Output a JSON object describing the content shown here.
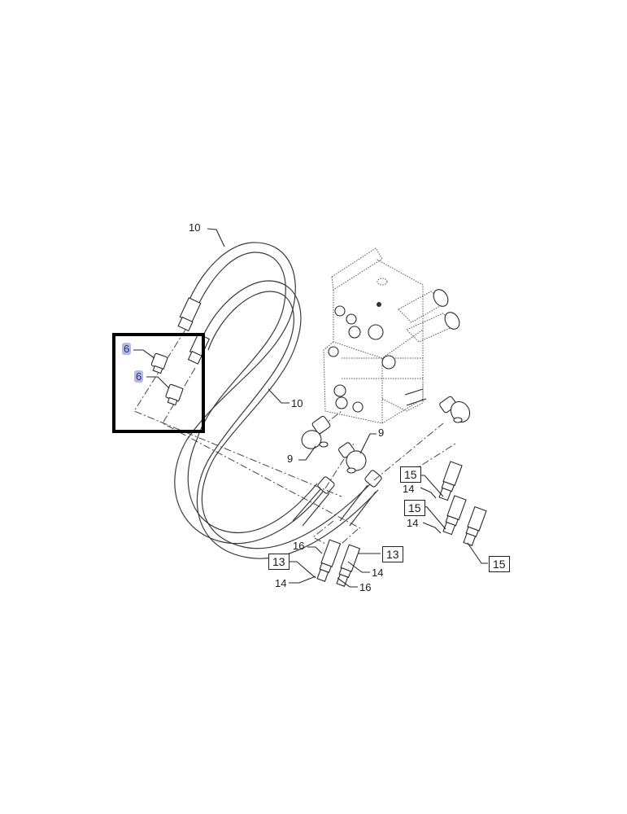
{
  "diagram": {
    "title": "Hydraulic valve block hose and fitting assembly (exploded view)",
    "background": "#ffffff",
    "highlight_color": "#b6b8e6",
    "highlight_frame": {
      "color": "#000000",
      "label": "selected parts group"
    },
    "parts": [
      {
        "ref": "6",
        "description": "Adapter fitting (upper)",
        "highlighted": true
      },
      {
        "ref": "6",
        "description": "Adapter fitting (lower)",
        "highlighted": true
      },
      {
        "ref": "9",
        "description": "Elbow fitting (left)"
      },
      {
        "ref": "9",
        "description": "Elbow fitting (right)"
      },
      {
        "ref": "10",
        "description": "Hydraulic hose (upper callout)"
      },
      {
        "ref": "10",
        "description": "Hydraulic hose (lower callout)"
      },
      {
        "ref": "13",
        "description": "Quick coupler (left)",
        "boxed": true
      },
      {
        "ref": "13",
        "description": "Quick coupler (right)",
        "boxed": true
      },
      {
        "ref": "14",
        "description": "Coupler tip (13 left)"
      },
      {
        "ref": "14",
        "description": "Coupler tip (13 right)"
      },
      {
        "ref": "14",
        "description": "Coupler tip (15 upper)"
      },
      {
        "ref": "14",
        "description": "Coupler tip (15 middle)"
      },
      {
        "ref": "15",
        "description": "Quick coupler (upper)",
        "boxed": true
      },
      {
        "ref": "15",
        "description": "Quick coupler (middle)",
        "boxed": true
      },
      {
        "ref": "15",
        "description": "Quick coupler (lower)",
        "boxed": true
      },
      {
        "ref": "16",
        "description": "Dust cap (left)"
      },
      {
        "ref": "16",
        "description": "Dust cap (right)"
      }
    ],
    "callouts": {
      "c6a": "6",
      "c6b": "6",
      "c10a": "10",
      "c10b": "10",
      "c9a": "9",
      "c9b": "9",
      "c15a": "15",
      "c14a": "14",
      "c15b": "15",
      "c14b": "14",
      "c15c": "15",
      "c16a": "16",
      "c13a": "13",
      "c14c": "14",
      "c13b": "13",
      "c14d": "14",
      "c16b": "16"
    }
  }
}
